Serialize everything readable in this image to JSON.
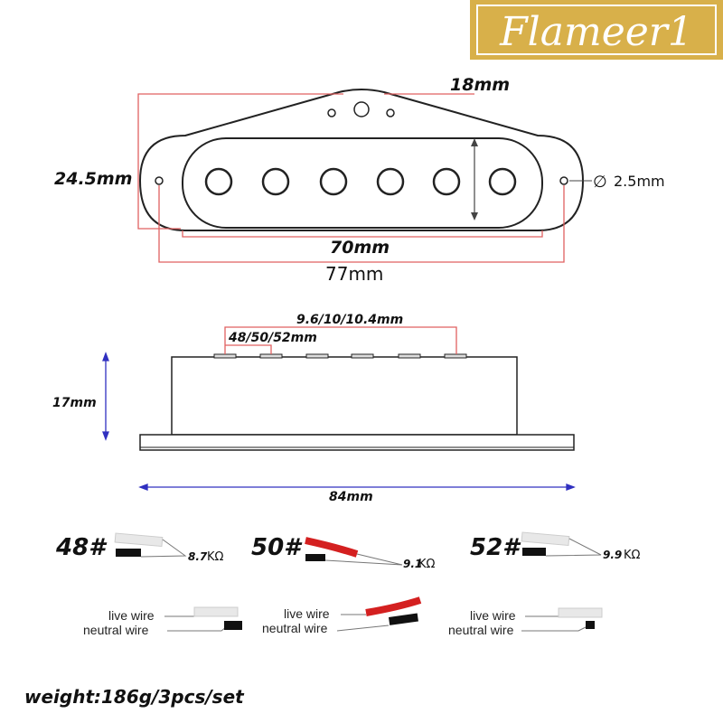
{
  "logo": {
    "text": "Flameer1",
    "bg": "#d8b04a"
  },
  "top_view": {
    "height_label": "24.5mm",
    "inner_height_label": "18mm",
    "inner_width_label": "70mm",
    "total_width_label": "77mm",
    "hole_label": "2.5mm",
    "hole_symbol": "∅"
  },
  "side_view": {
    "pole_spacing_label": "9.6/10/10.4mm",
    "string_spacing_label": "48/50/52mm",
    "height_label": "17mm",
    "width_label": "84mm"
  },
  "wires": [
    {
      "model": "48#",
      "resistance_value": "8.7",
      "unit": "KΩ",
      "live_color": "#e8e8e8"
    },
    {
      "model": "50#",
      "resistance_value": "9.1",
      "unit": "KΩ",
      "live_color": "#d42020"
    },
    {
      "model": "52#",
      "resistance_value": "9.9",
      "unit": "KΩ",
      "live_color": "#e8e8e8"
    }
  ],
  "wire_labels": {
    "live": "live wire",
    "neutral": "neutral wire"
  },
  "footer": {
    "weight": "weight:186g/3pcs/set"
  },
  "colors": {
    "dimension_red": "#e06060",
    "dimension_blue": "#3030c0"
  }
}
